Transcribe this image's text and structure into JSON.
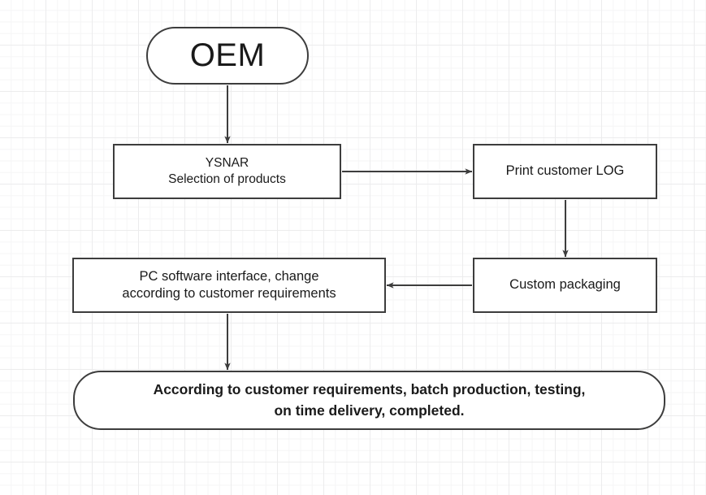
{
  "diagram": {
    "title": "OEM customization process flowchart",
    "type": "flowchart",
    "background": {
      "grid": true,
      "grid_minor_color": "#f5f5f6",
      "grid_major_color": "#ececed",
      "page_color": "#ffffff"
    },
    "style": {
      "node_border_color": "#3d3d3d",
      "node_fill_color": "#ffffff",
      "text_color": "#1a1a1a",
      "edge_color": "#3d3d3d"
    },
    "nodes": [
      {
        "id": "oem",
        "label": "OEM",
        "shape": "rounded-pill"
      },
      {
        "id": "selection",
        "label": "YSNAR\nSelection of products",
        "shape": "rectangle"
      },
      {
        "id": "print-log",
        "label": "Print customer LOG",
        "shape": "rectangle"
      },
      {
        "id": "custom-packaging",
        "label": "Custom packaging",
        "shape": "rectangle"
      },
      {
        "id": "pc-software",
        "label": "PC software interface, change\naccording to customer requirements",
        "shape": "rectangle"
      },
      {
        "id": "final",
        "label": "According to customer requirements, batch production, testing,\non time delivery, completed.",
        "shape": "rounded-rectangle"
      }
    ],
    "edges": [
      {
        "id": "e1",
        "from": "oem",
        "to": "selection",
        "direction": "down"
      },
      {
        "id": "e2",
        "from": "selection",
        "to": "print-log",
        "direction": "right"
      },
      {
        "id": "e3",
        "from": "print-log",
        "to": "custom-packaging",
        "direction": "down"
      },
      {
        "id": "e4",
        "from": "custom-packaging",
        "to": "pc-software",
        "direction": "left"
      },
      {
        "id": "e5",
        "from": "pc-software",
        "to": "final",
        "direction": "down"
      }
    ]
  }
}
